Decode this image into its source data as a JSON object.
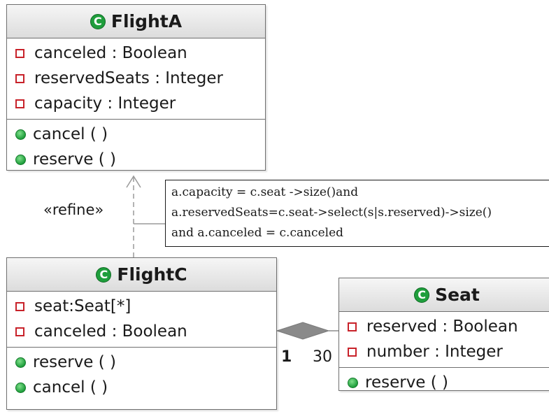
{
  "classes": {
    "flightA": {
      "name": "FlightA",
      "attributes": [
        "canceled : Boolean",
        "reservedSeats : Integer",
        "capacity : Integer"
      ],
      "operations": [
        "cancel ( )",
        "reserve ( )"
      ]
    },
    "flightC": {
      "name": "FlightC",
      "attributes": [
        "seat:Seat[*]",
        "canceled : Boolean"
      ],
      "operations": [
        "reserve ( )",
        "cancel ( )"
      ]
    },
    "seat": {
      "name": "Seat",
      "attributes": [
        "reserved : Boolean",
        "number : Integer"
      ],
      "operations": [
        "reserve ( )"
      ]
    }
  },
  "class_icon_letter": "C",
  "refinement": {
    "stereotype": "«refine»",
    "note_lines": [
      "a.capacity = c.seat ->size()and",
      "a.reservedSeats=c.seat->select(s|s.reserved)->size()",
      "and a.canceled = c.canceled"
    ]
  },
  "composition": {
    "whole_multiplicity": "1",
    "part_multiplicity": "30"
  },
  "colors": {
    "class_icon": "#1f9e3c",
    "private_attribute": "#c8222a",
    "public_operation": "#1f9e3c"
  }
}
